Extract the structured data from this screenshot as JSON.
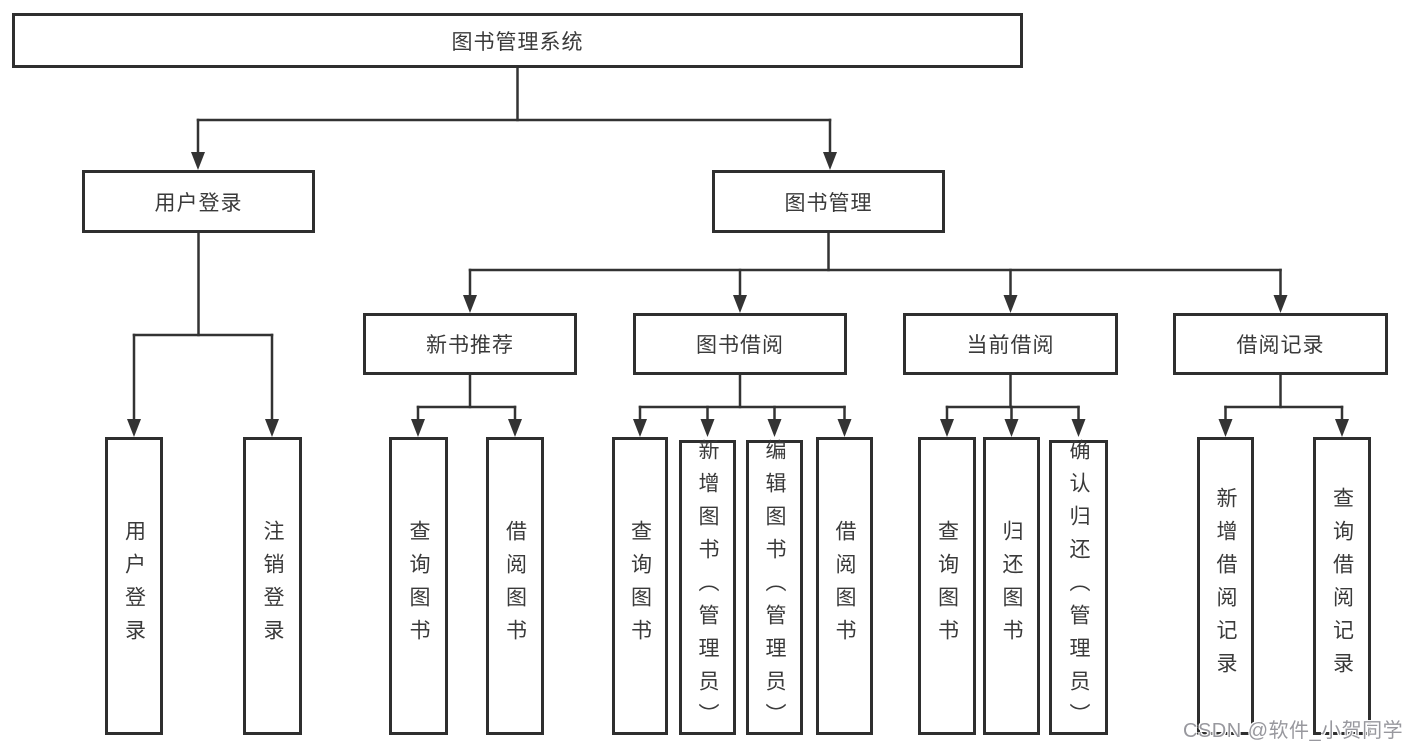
{
  "diagram": {
    "title": "图书管理系统",
    "level2": [
      {
        "label": "用户登录"
      },
      {
        "label": "图书管理"
      }
    ],
    "level3": [
      {
        "label": "新书推荐"
      },
      {
        "label": "图书借阅"
      },
      {
        "label": "当前借阅"
      },
      {
        "label": "借阅记录"
      }
    ],
    "leaves": [
      {
        "label": "用户登录"
      },
      {
        "label": "注销登录"
      },
      {
        "label": "查询图书"
      },
      {
        "label": "借阅图书"
      },
      {
        "label": "查询图书"
      },
      {
        "label": "新增图书（管理员）"
      },
      {
        "label": "编辑图书（管理员）"
      },
      {
        "label": "借阅图书"
      },
      {
        "label": "查询图书"
      },
      {
        "label": "归还图书"
      },
      {
        "label": "确认归还（管理员）"
      },
      {
        "label": "新增借阅记录"
      },
      {
        "label": "查询借阅记录"
      }
    ],
    "colors": {
      "line": "#333333",
      "box_border": "#2f2f2f",
      "text": "#3a3a3a",
      "background": "#ffffff"
    }
  },
  "watermark": {
    "text": "CSDN @软件_小贺同学",
    "color": "#98989e"
  }
}
